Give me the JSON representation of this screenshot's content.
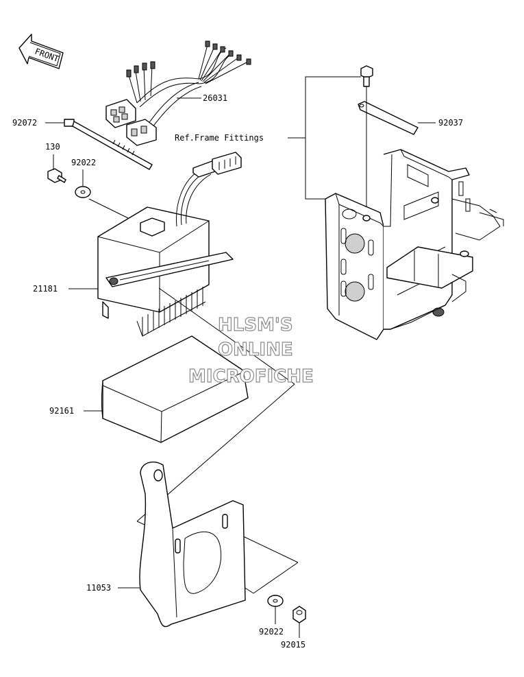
{
  "front_arrow": {
    "label": "FRONT"
  },
  "ref_note": "Ref.Frame Fittings",
  "parts": {
    "p26031": "26031",
    "p92072": "92072",
    "p130": "130",
    "p92022_top": "92022",
    "p21181": "21181",
    "p92161": "92161",
    "p11053": "11053",
    "p92022_bottom": "92022",
    "p92015": "92015",
    "p92037": "92037"
  },
  "watermark": {
    "line1": "HLSM'S",
    "line2": "ONLINE",
    "line3": "MICROFICHE"
  }
}
